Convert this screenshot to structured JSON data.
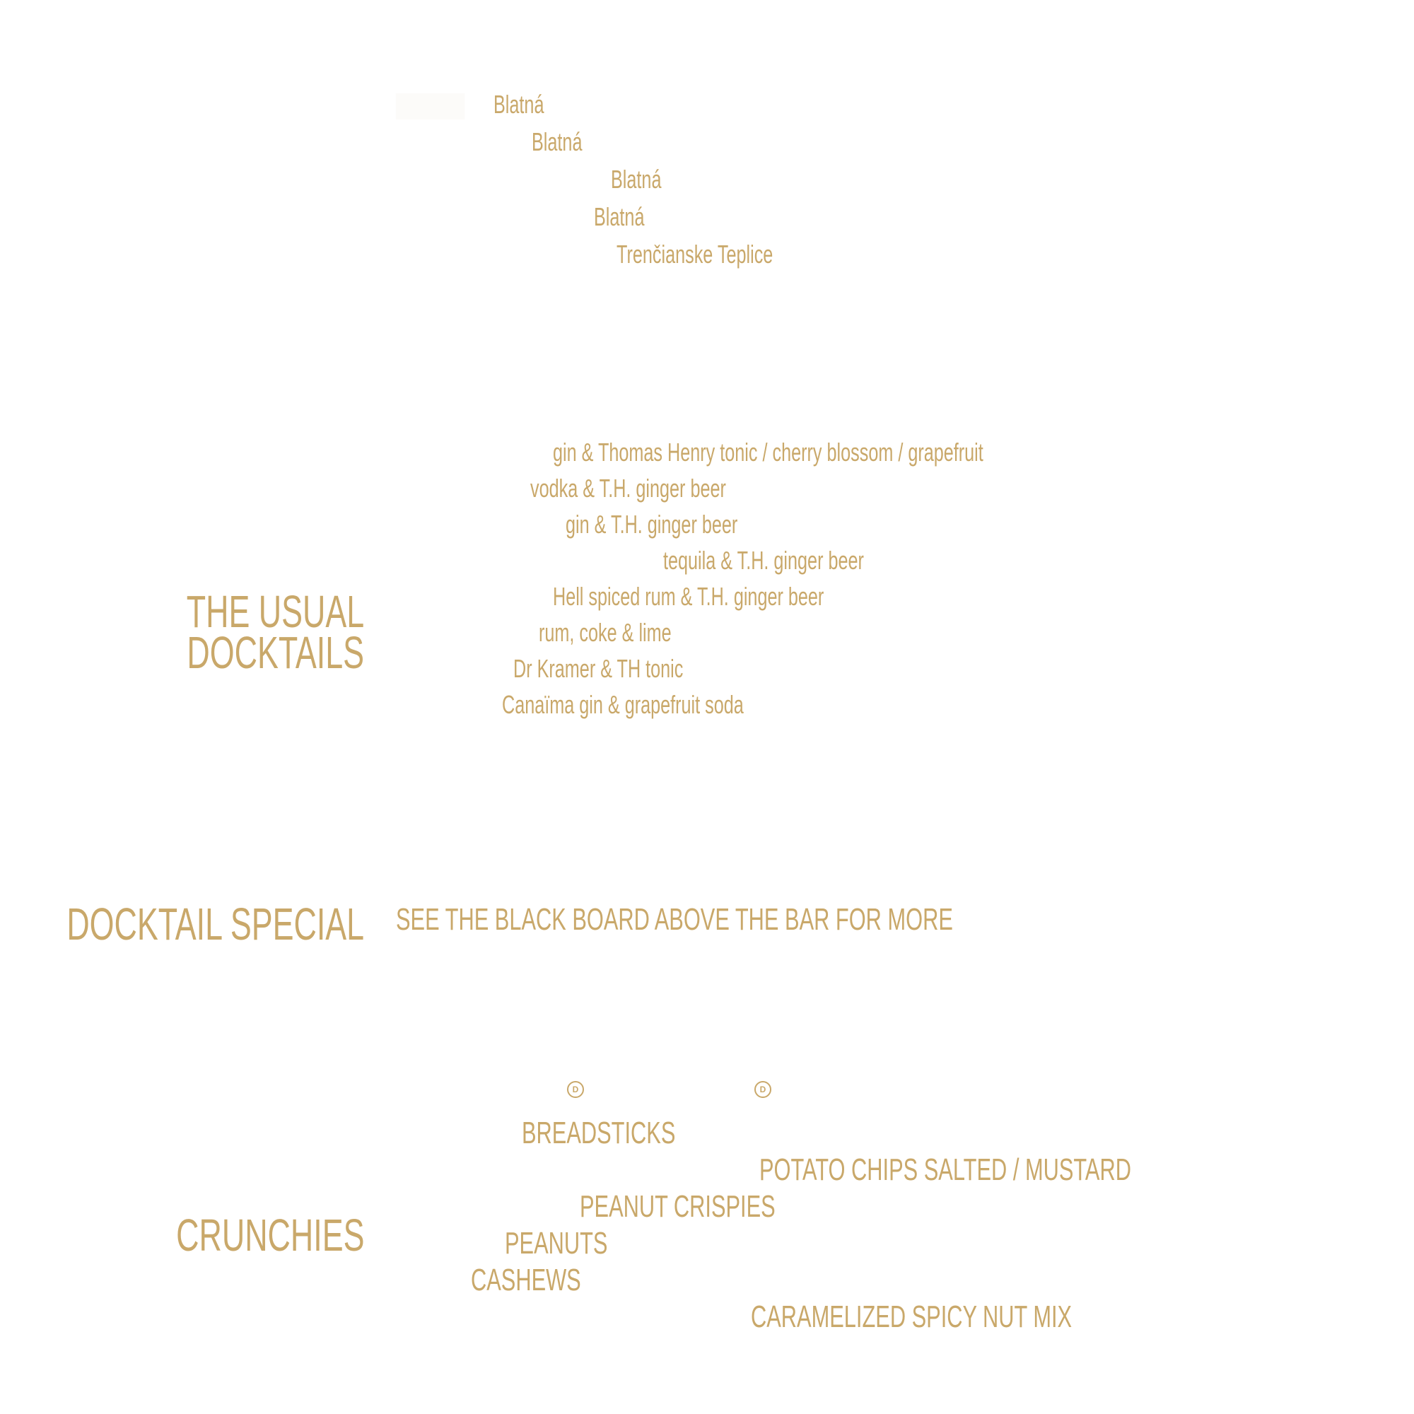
{
  "colors": {
    "gold": "#c9a86a",
    "ghost": "#fcfbf9",
    "background": "#ffffff"
  },
  "beers": {
    "items": [
      {
        "origin": "Blatná"
      },
      {
        "origin": "Blatná"
      },
      {
        "origin": "Blatná"
      },
      {
        "origin": "Blatná"
      },
      {
        "origin": "Trenčianske Teplice"
      }
    ]
  },
  "docktails": {
    "heading_en_1": "THE USUAL",
    "heading_en_2": "DOCKTAILS",
    "items": [
      {
        "desc": "gin & Thomas Henry tonic / cherry blossom / grapefruit"
      },
      {
        "desc": "vodka & T.H. ginger beer"
      },
      {
        "desc": "gin & T.H. ginger beer"
      },
      {
        "desc": "tequila & T.H. ginger beer"
      },
      {
        "desc": "Hell spiced rum & T.H. ginger beer"
      },
      {
        "desc": "rum, coke & lime"
      },
      {
        "desc": "Dr Kramer & TH tonic"
      },
      {
        "desc": "Canaïma gin & grapefruit soda"
      }
    ]
  },
  "special": {
    "heading_en": "DOCKTAIL SPECIAL",
    "text": "SEE THE BLACK BOARD ABOVE THE BAR FOR MORE"
  },
  "crunchies": {
    "heading_en": "CRUNCHIES",
    "dairy_icon_label": "D",
    "items": [
      {
        "name": "BREADSTICKS"
      },
      {
        "name": "POTATO CHIPS SALTED / MUSTARD"
      },
      {
        "name": "PEANUT CRISPIES"
      },
      {
        "name": "PEANUTS"
      },
      {
        "name": "CASHEWS"
      },
      {
        "name": "CARAMELIZED SPICY NUT MIX"
      }
    ]
  }
}
